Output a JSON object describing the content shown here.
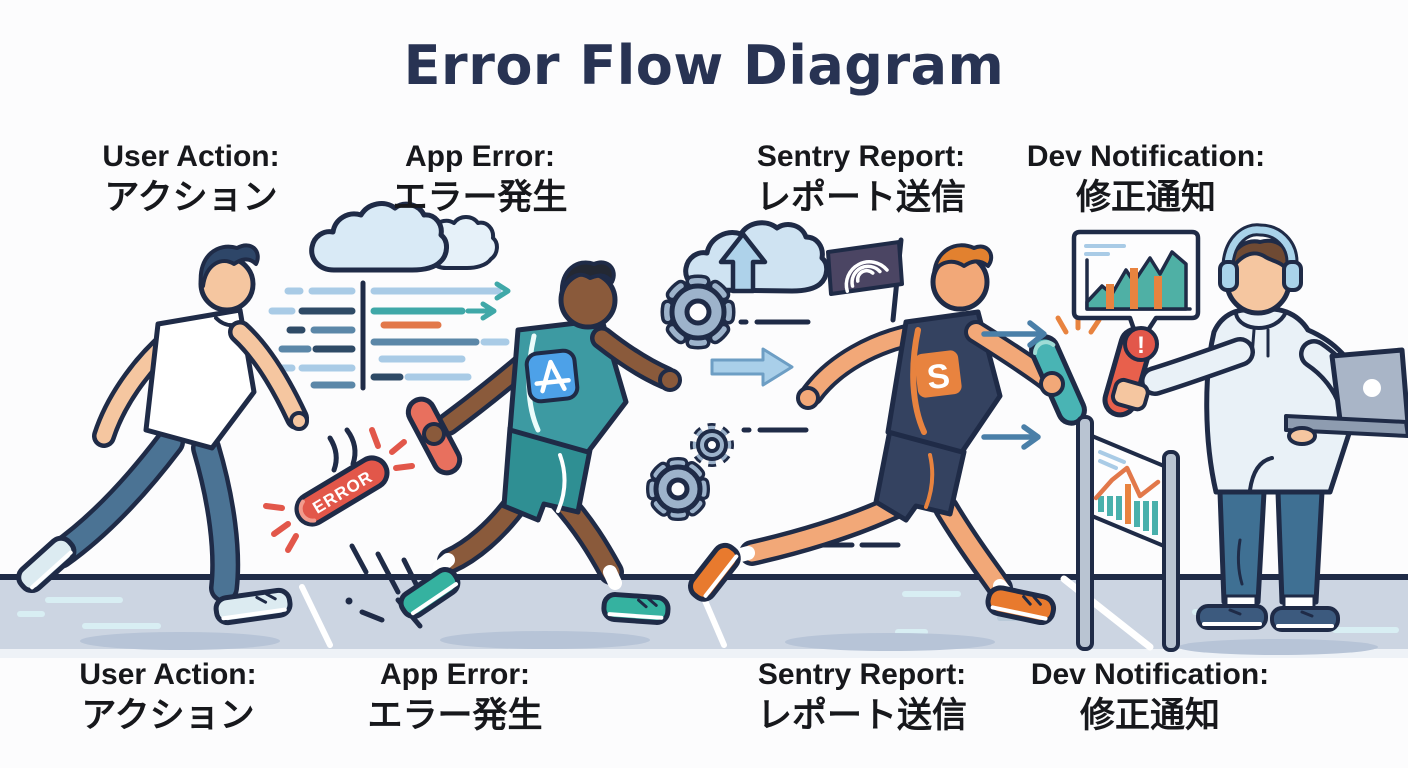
{
  "title": "Error Flow Diagram",
  "stages": [
    {
      "id": "user-action",
      "en": "User Action:",
      "ja": "アクション"
    },
    {
      "id": "app-error",
      "en": "App Error:",
      "ja": "エラー発生"
    },
    {
      "id": "sentry-report",
      "en": "Sentry Report:",
      "ja": "レポート送信"
    },
    {
      "id": "dev-notification",
      "en": "Dev Notification:",
      "ja": "修正通知"
    }
  ],
  "scene": {
    "error_baton_label": "ERROR",
    "sentry_badge": "S",
    "alert_mark": "!",
    "icons": [
      "cloud-icon",
      "code-lines-icon",
      "upload-cloud-icon",
      "gear-icon",
      "flow-arrow-icon",
      "sentry-flag-icon",
      "chart-speech-bubble-icon",
      "alert-icon",
      "banner-chart-icon",
      "laptop-icon",
      "headphones-icon",
      "app-store-badge"
    ]
  },
  "colors": {
    "background": "#fcfcfd",
    "title": "#283353",
    "label_text": "#17181c",
    "outline_navy": "#1f2b47",
    "error_red": "#e2574a",
    "shirt_teal": "#3d9aa2",
    "baton_teal": "#49b4b4",
    "sentry_navy": "#344260",
    "orange": "#e8833f",
    "app_blue": "#4da1e8",
    "track_gray": "#ccd5e2",
    "cloud_blue": "#d9eaf6",
    "gear_steel": "#9db3cb",
    "hoodie_gray": "#e9f1f7",
    "jeans_blue": "#4b7394"
  }
}
